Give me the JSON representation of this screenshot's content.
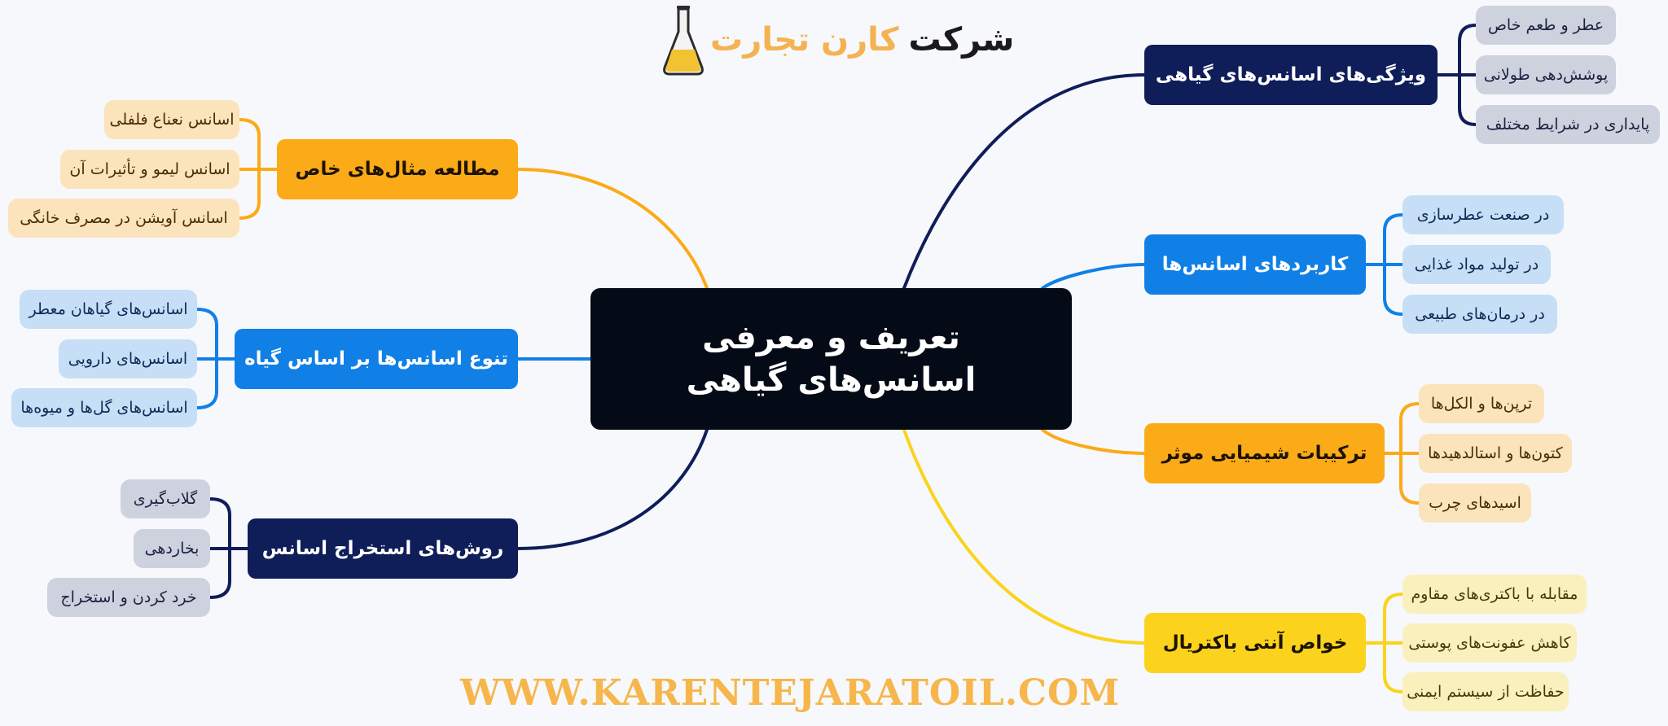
{
  "colors": {
    "navy": "#0f1d59",
    "blue": "#1180e6",
    "orange": "#fbaa18",
    "yellow": "#fbd31c",
    "center": "#050b16",
    "website": "#f6b64b"
  },
  "logo": {
    "icon": "flask-icon",
    "company_word": "شرکت",
    "brand_name": "کارن تجارت"
  },
  "center_topic": "تعریف و معرفی اسانس‌های گیاهی",
  "branches": {
    "features": {
      "label": "ویژگی‌های اسانس‌های گیاهی",
      "color": "navy",
      "items": [
        "عطر و طعم خاص",
        "پوشش‌دهی طولانی",
        "پایداری در شرایط مختلف"
      ]
    },
    "applications": {
      "label": "کاربردهای اسانس‌ها",
      "color": "blue",
      "items": [
        "در صنعت عطرسازی",
        "در تولید مواد غذایی",
        "در درمان‌های طبیعی"
      ]
    },
    "compounds": {
      "label": "ترکیبات شیمیایی موثر",
      "color": "orange",
      "items": [
        "ترپن‌ها و الکل‌ها",
        "کتون‌ها و استالدهیدها",
        "اسیدهای چرب"
      ]
    },
    "antibacterial": {
      "label": "خواص آنتی باکتریال",
      "color": "yellow",
      "items": [
        "مقابله با باکتری‌های مقاوم",
        "کاهش عفونت‌های پوستی",
        "حفاظت از سیستم ایمنی"
      ]
    },
    "case_studies": {
      "label": "مطالعه مثال‌های خاص",
      "color": "orange",
      "items": [
        "اسانس نعناع فلفلی",
        "اسانس لیمو و تأثیرات آن",
        "اسانس آویشن در مصرف خانگی"
      ]
    },
    "diversity": {
      "label": "تنوع اسانس‌ها بر اساس گیاه",
      "color": "blue",
      "items": [
        "اسانس‌های گیاهان معطر",
        "اسانس‌های دارویی",
        "اسانس‌های گل‌ها و میوه‌ها"
      ]
    },
    "extraction": {
      "label": "روش‌های استخراج اسانس",
      "color": "navy",
      "items": [
        "گلاب‌گیری",
        "بخاردهی",
        "خرد کردن و استخراج"
      ]
    }
  },
  "website": "WWW.KARENTEJARATOIL.COM"
}
